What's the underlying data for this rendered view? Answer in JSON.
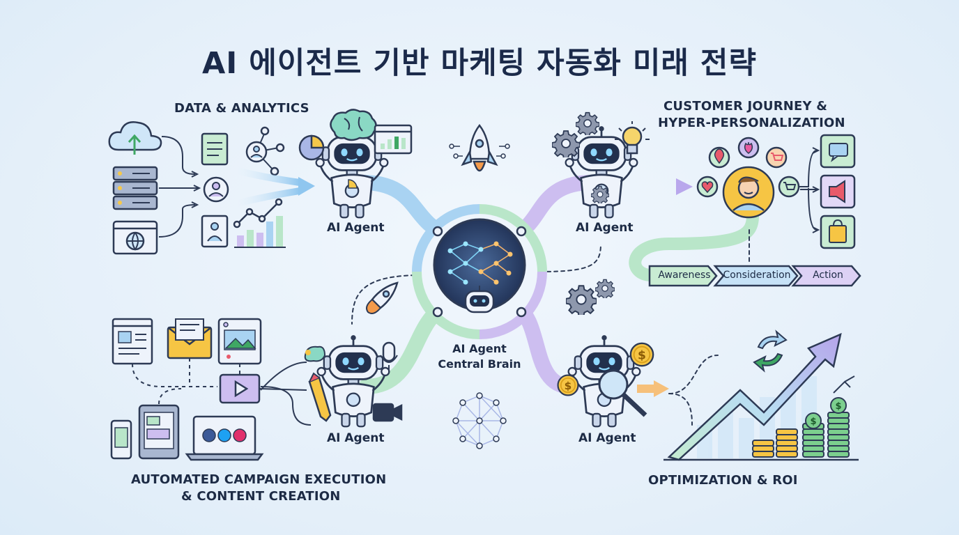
{
  "title": "AI 에이전트 기반 마케팅 자동화 미래 전략",
  "sections": {
    "data": "DATA & ANALYTICS",
    "journey_line1": "CUSTOMER JOURNEY &",
    "journey_line2": "HYPER-PERSONALIZATION",
    "campaign_line1": "AUTOMATED CAMPAIGN EXECUTION",
    "campaign_line2": "& CONTENT CREATION",
    "roi": "OPTIMIZATION & ROI"
  },
  "agents": [
    "AI Agent",
    "AI Agent",
    "AI Agent",
    "AI Agent"
  ],
  "center": {
    "line1": "AI Agent",
    "line2": "Central Brain"
  },
  "journey_stages": [
    "Awareness",
    "Consideration",
    "Action"
  ],
  "colors": {
    "title": "#1b2a4a",
    "path_blue": "#a9d3f2",
    "path_green": "#b9e6c9",
    "path_purple": "#cdbef0",
    "stage_green": "#c9ecd3",
    "stage_blue": "#c6e2f7",
    "stage_purple": "#ddd1f5"
  },
  "icons": [
    "cloud-upload-icon",
    "server-icon",
    "browser-globe-icon",
    "document-icon",
    "user-network-icon",
    "pie-chart-icon",
    "line-chart-icon",
    "bar-chart-icon",
    "brain-icon",
    "rocket-icon",
    "gear-icon",
    "lightbulb-icon",
    "chat-icon",
    "megaphone-icon",
    "shopping-bag-icon",
    "heart-icon",
    "cart-icon",
    "location-pin-icon",
    "email-icon",
    "video-play-icon",
    "tablet-icon",
    "laptop-social-icon",
    "pencil-icon",
    "camera-icon",
    "microphone-icon",
    "dollar-coin-icon",
    "magnifier-icon",
    "refresh-icon",
    "growth-arrow-icon",
    "coin-stack-icon",
    "network-icon"
  ]
}
